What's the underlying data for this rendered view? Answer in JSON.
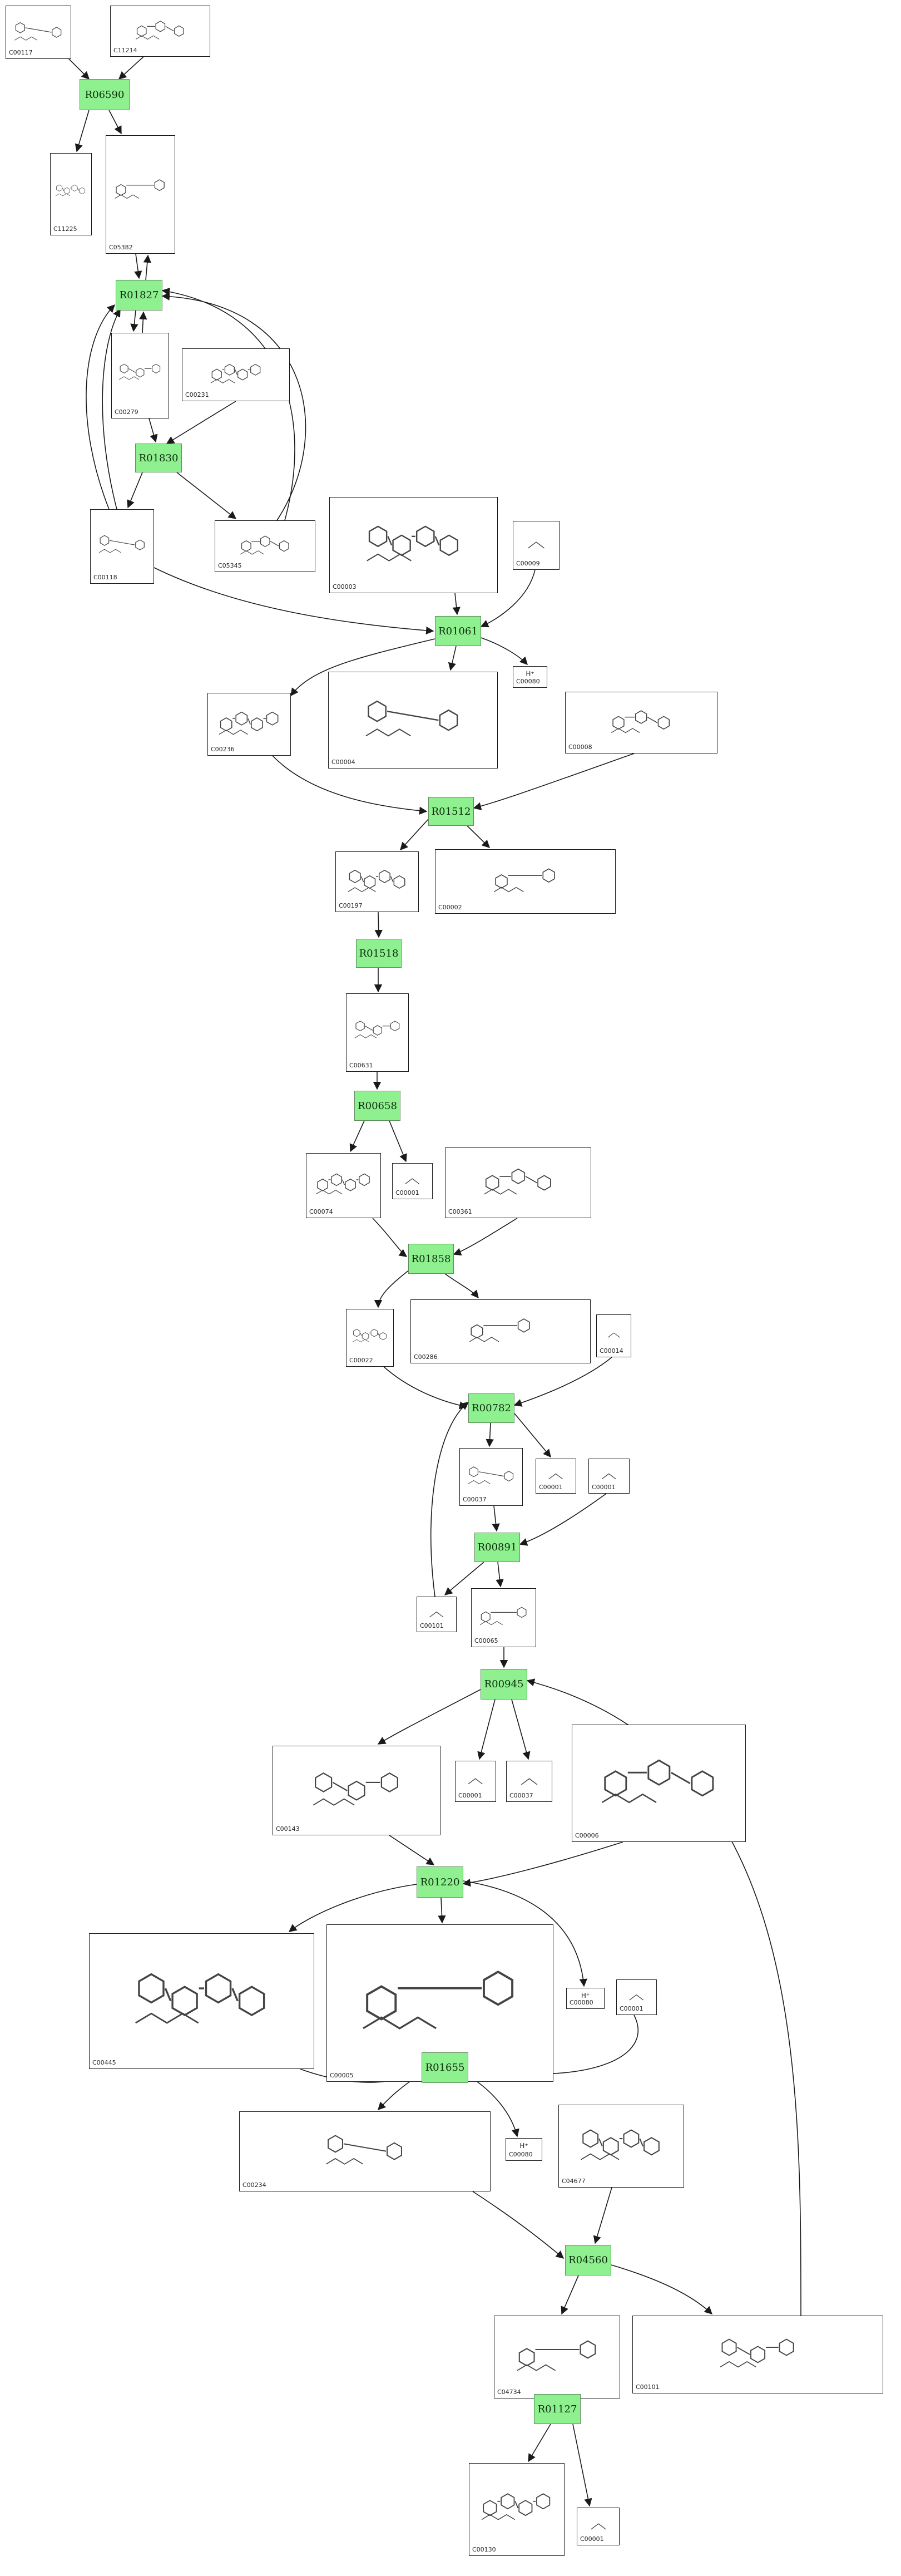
{
  "colors": {
    "reaction_fill": "#8ef08e",
    "reaction_border": "#5d8f5d",
    "compound_border": "#1a1a1a",
    "edge": "#1a1a1a",
    "structure": "#444444"
  },
  "reactions": [
    {
      "id": "R06590",
      "label": "R06590"
    },
    {
      "id": "R01827",
      "label": "R01827"
    },
    {
      "id": "R01830",
      "label": "R01830"
    },
    {
      "id": "R01061",
      "label": "R01061"
    },
    {
      "id": "R01512",
      "label": "R01512"
    },
    {
      "id": "R01518",
      "label": "R01518"
    },
    {
      "id": "R00658",
      "label": "R00658"
    },
    {
      "id": "R01858",
      "label": "R01858"
    },
    {
      "id": "R00782",
      "label": "R00782"
    },
    {
      "id": "R00891",
      "label": "R00891"
    },
    {
      "id": "R00945",
      "label": "R00945"
    },
    {
      "id": "R01220",
      "label": "R01220"
    },
    {
      "id": "R01655",
      "label": "R01655"
    },
    {
      "id": "R04560",
      "label": "R04560"
    },
    {
      "id": "R01127",
      "label": "R01127"
    }
  ],
  "compounds": [
    {
      "key": "c00117",
      "id": "C00117"
    },
    {
      "key": "c11214",
      "id": "C11214"
    },
    {
      "key": "c11225",
      "id": "C11225"
    },
    {
      "key": "c05382",
      "id": "C05382"
    },
    {
      "key": "c00279",
      "id": "C00279"
    },
    {
      "key": "c00231",
      "id": "C00231"
    },
    {
      "key": "c00118",
      "id": "C00118"
    },
    {
      "key": "c05345",
      "id": "C05345"
    },
    {
      "key": "c00003",
      "id": "C00003"
    },
    {
      "key": "c00009",
      "id": "C00009"
    },
    {
      "key": "c00080a",
      "id": "C00080",
      "head": "H⁺"
    },
    {
      "key": "c00236",
      "id": "C00236"
    },
    {
      "key": "c00004",
      "id": "C00004"
    },
    {
      "key": "c00008a",
      "id": "C00008"
    },
    {
      "key": "c00197",
      "id": "C00197"
    },
    {
      "key": "c00002",
      "id": "C00002"
    },
    {
      "key": "c00631",
      "id": "C00631"
    },
    {
      "key": "c00074",
      "id": "C00074"
    },
    {
      "key": "c00001a",
      "id": "C00001"
    },
    {
      "key": "c00361",
      "id": "C00361"
    },
    {
      "key": "c00022",
      "id": "C00022"
    },
    {
      "key": "c00286",
      "id": "C00286"
    },
    {
      "key": "c00014",
      "id": "C00014"
    },
    {
      "key": "c00001b",
      "id": "C00001"
    },
    {
      "key": "c00037",
      "id": "C00037"
    },
    {
      "key": "c00001c",
      "id": "C00001"
    },
    {
      "key": "c00101",
      "id": "C00101"
    },
    {
      "key": "c00065",
      "id": "C00065"
    },
    {
      "key": "c00143",
      "id": "C00143"
    },
    {
      "key": "c00001d",
      "id": "C00001"
    },
    {
      "key": "c00037b",
      "id": "C00037"
    },
    {
      "key": "c00006",
      "id": "C00006"
    },
    {
      "key": "c00445",
      "id": "C00445"
    },
    {
      "key": "c00005",
      "id": "C00005"
    },
    {
      "key": "c00080b",
      "id": "C00080",
      "head": "H⁺"
    },
    {
      "key": "c00001e",
      "id": "C00001"
    },
    {
      "key": "c00234",
      "id": "C00234"
    },
    {
      "key": "c00080c",
      "id": "C00080",
      "head": "H⁺"
    },
    {
      "key": "c04677",
      "id": "C04677"
    },
    {
      "key": "c04734",
      "id": "C04734"
    },
    {
      "key": "c00101b",
      "id": "C00101"
    },
    {
      "key": "c00130",
      "id": "C00130"
    },
    {
      "key": "c00001f",
      "id": "C00001"
    }
  ]
}
